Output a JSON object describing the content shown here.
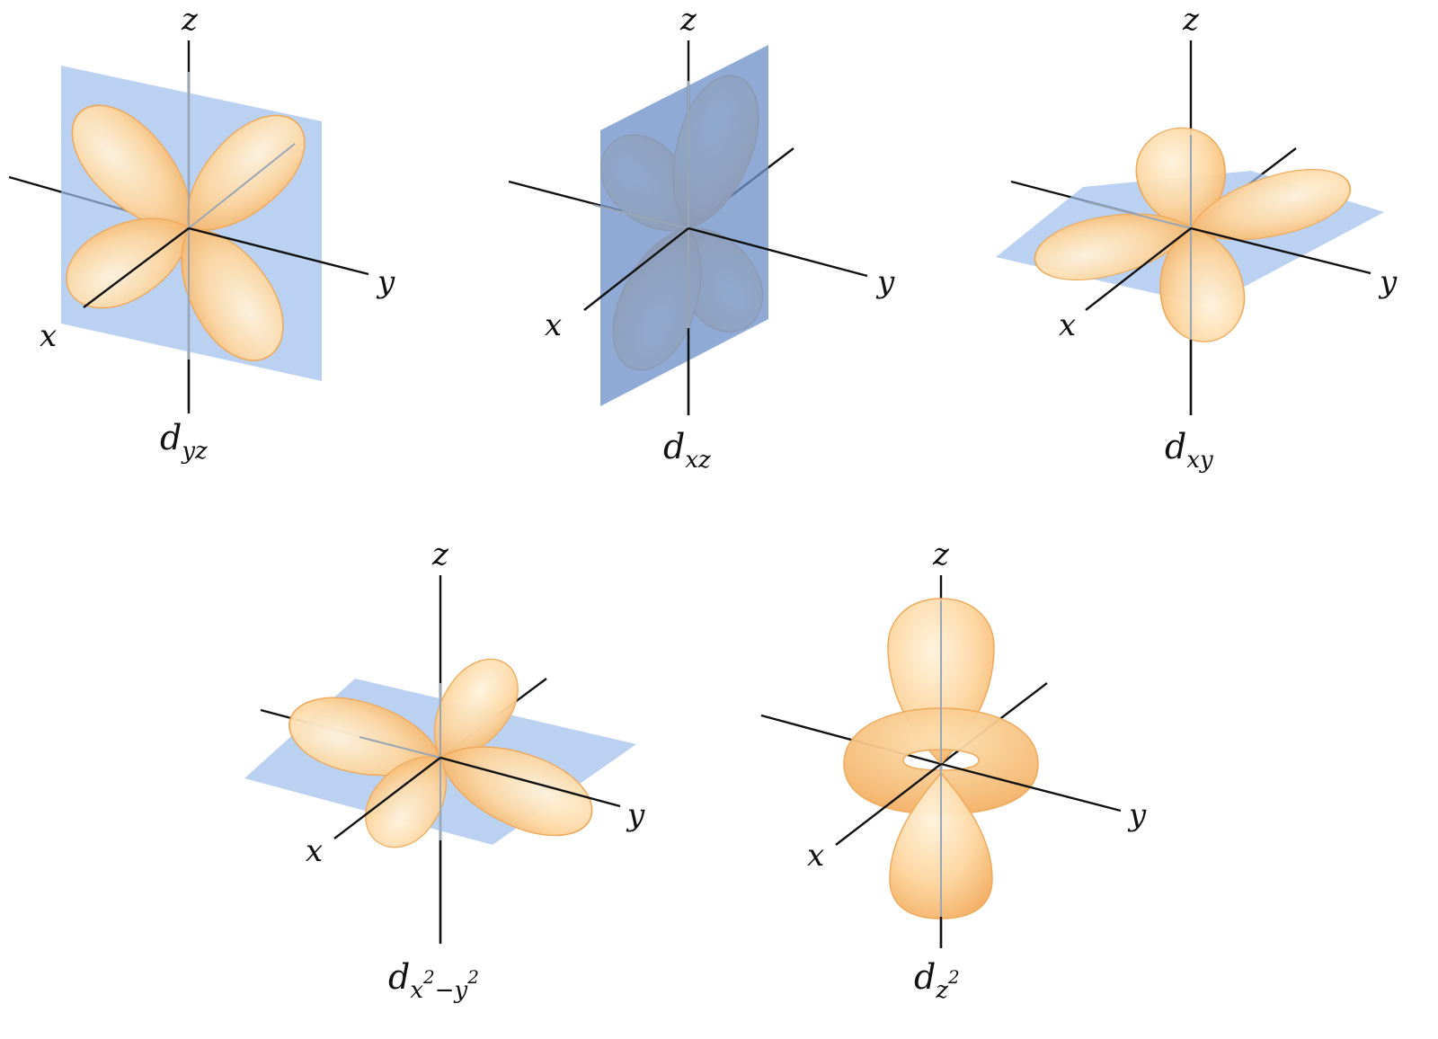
{
  "colors": {
    "lobe_light": "#fff3dd",
    "lobe_mid": "#fdd6a0",
    "lobe_dark": "#f2aa5a",
    "plane": "#9fbfeb",
    "axis": "#111111"
  },
  "axis_labels": {
    "x": "x",
    "y": "y",
    "z": "z"
  },
  "orbitals": [
    {
      "d": "d",
      "sub": "yz"
    },
    {
      "d": "d",
      "sub": "xz"
    },
    {
      "d": "d",
      "sub": "xy"
    },
    {
      "d": "d",
      "sub1": "x",
      "sup1": "2",
      "op": "−",
      "sub2": "y",
      "sup2": "2"
    },
    {
      "d": "d",
      "sub1": "z",
      "sup1": "2"
    }
  ]
}
